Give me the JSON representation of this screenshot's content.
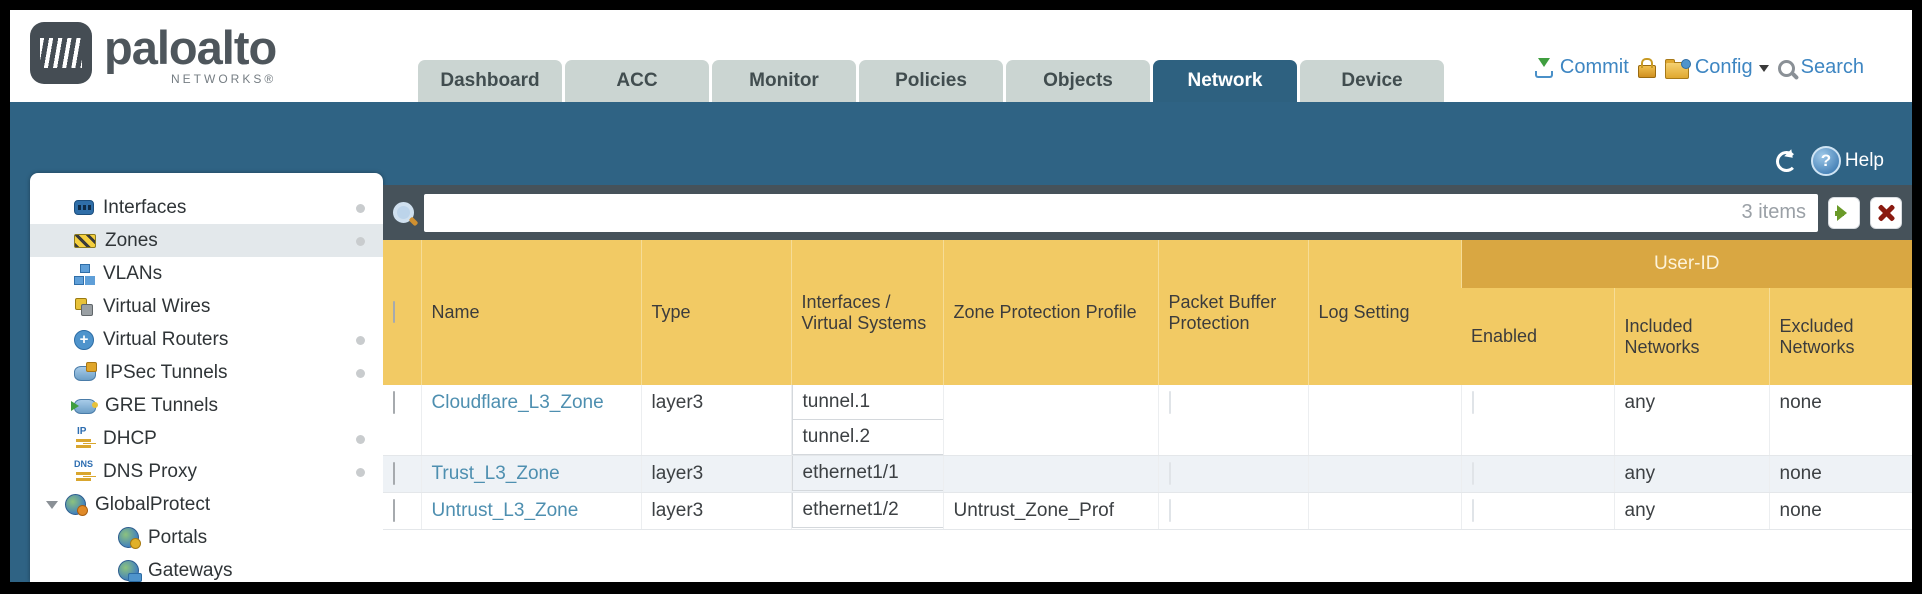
{
  "colors": {
    "brand_blue": "#2f6384",
    "tab_inactive": "#cbd5d2",
    "amber_header": "#f2ca64",
    "amber_dark": "#d9a742",
    "link": "#4e8fb0",
    "action_link": "#3e86c2",
    "filterbar": "#46525a"
  },
  "header": {
    "logo": {
      "brand": "paloalto",
      "sub": "NETWORKS®"
    },
    "tabs": [
      {
        "label": "Dashboard"
      },
      {
        "label": "ACC"
      },
      {
        "label": "Monitor"
      },
      {
        "label": "Policies"
      },
      {
        "label": "Objects"
      },
      {
        "label": "Network"
      },
      {
        "label": "Device"
      }
    ],
    "actions": {
      "commit": "Commit",
      "config": "Config",
      "search": "Search"
    }
  },
  "toolbar": {
    "help": "Help"
  },
  "sidebar": {
    "items": [
      {
        "label": "Interfaces"
      },
      {
        "label": "Zones"
      },
      {
        "label": "VLANs"
      },
      {
        "label": "Virtual Wires"
      },
      {
        "label": "Virtual Routers"
      },
      {
        "label": "IPSec Tunnels"
      },
      {
        "label": "GRE Tunnels"
      },
      {
        "label": "DHCP"
      },
      {
        "label": "DNS Proxy"
      },
      {
        "label": "GlobalProtect"
      },
      {
        "label": "Portals"
      },
      {
        "label": "Gateways"
      }
    ]
  },
  "filter": {
    "items_count": "3 items",
    "query": ""
  },
  "table": {
    "group_header": "User-ID",
    "columns": [
      "Name",
      "Type",
      "Interfaces / Virtual Systems",
      "Zone Protection Profile",
      "Packet Buffer Protection",
      "Log Setting",
      "Enabled",
      "Included Networks",
      "Excluded Networks"
    ],
    "rows": [
      {
        "name": "Cloudflare_L3_Zone",
        "type": "layer3",
        "interfaces": [
          "tunnel.1",
          "tunnel.2"
        ],
        "zone_protection_profile": "",
        "log_setting": "",
        "included_networks": "any",
        "excluded_networks": "none"
      },
      {
        "name": "Trust_L3_Zone",
        "type": "layer3",
        "interfaces": [
          "ethernet1/1"
        ],
        "zone_protection_profile": "",
        "log_setting": "",
        "included_networks": "any",
        "excluded_networks": "none"
      },
      {
        "name": "Untrust_L3_Zone",
        "type": "layer3",
        "interfaces": [
          "ethernet1/2"
        ],
        "zone_protection_profile": "Untrust_Zone_Prof",
        "log_setting": "",
        "included_networks": "any",
        "excluded_networks": "none"
      }
    ]
  }
}
